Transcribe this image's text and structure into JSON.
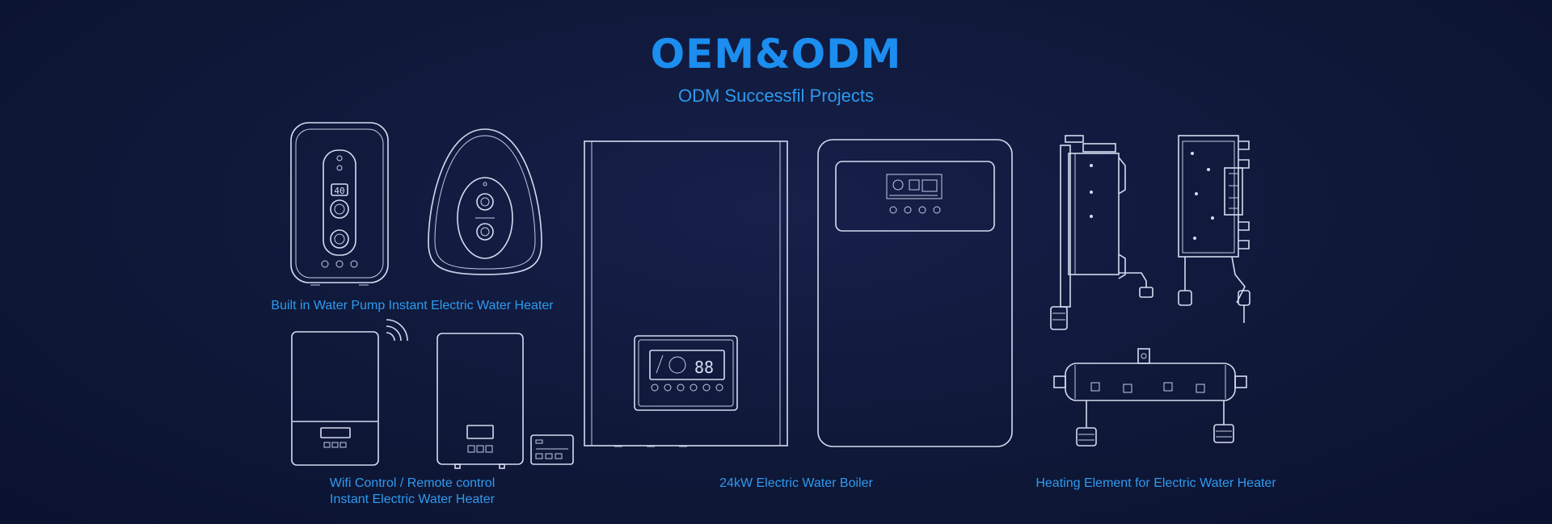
{
  "header": {
    "title": "OEM&ODM",
    "subtitle": "ODM Successfil Projects"
  },
  "products": {
    "pump_heater": {
      "caption": "Built in Water Pump Instant Electric Water Heater",
      "display": "40"
    },
    "wifi_heater": {
      "caption_line1": "Wifi Control / Remote control",
      "caption_line2": "Instant Electric Water Heater"
    },
    "boiler": {
      "caption": "24kW Electric Water Boiler",
      "display": "88"
    },
    "heating_element": {
      "caption": "Heating Element for Electric Water Heater"
    }
  }
}
